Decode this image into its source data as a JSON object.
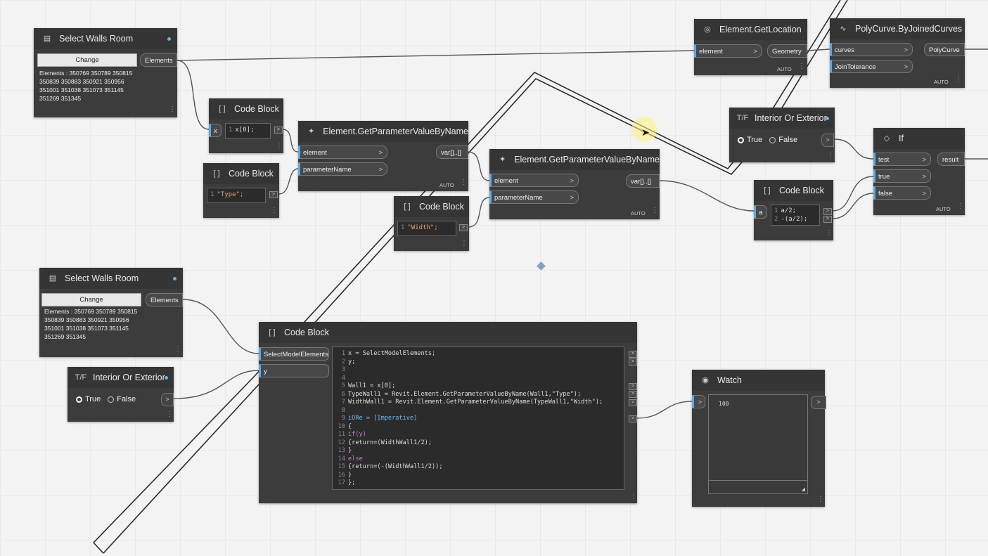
{
  "nodes": {
    "select_walls_1": {
      "title": "Select Walls Room",
      "button": "Change",
      "output": "Elements",
      "elements_text": [
        "Elements : 350769 350789 350815",
        "350839 350883 350921 350956",
        "351001 351038 351073 351145",
        "351269 351345"
      ]
    },
    "code_block_x": {
      "title": "Code Block",
      "input": "x",
      "line_no": "1",
      "code": "x[0];"
    },
    "code_block_type": {
      "title": "Code Block",
      "line_no": "1",
      "code": "\"Type\";"
    },
    "get_param_1": {
      "title": "Element.GetParameterValueByName",
      "inputs": [
        "element",
        "parameterName"
      ],
      "output": "var[]..[]",
      "lacing": "AUTO"
    },
    "code_block_width": {
      "title": "Code Block",
      "line_no": "1",
      "code": "\"Width\";"
    },
    "get_param_2": {
      "title": "Element.GetParameterValueByName",
      "inputs": [
        "element",
        "parameterName"
      ],
      "output": "var[]..[]",
      "lacing": "AUTO"
    },
    "get_location": {
      "title": "Element.GetLocation",
      "input": "element",
      "output": "Geometry",
      "lacing": "AUTO"
    },
    "polycurve": {
      "title": "PolyCurve.ByJoinedCurves",
      "inputs": [
        "curves",
        "JoinTolerance"
      ],
      "output": "PolyCurve",
      "lacing": "AUTO"
    },
    "interior_exterior_1": {
      "title": "Interior Or Exterior",
      "true_label": "True",
      "false_label": "False"
    },
    "code_block_a": {
      "title": "Code Block",
      "input": "a",
      "lines": [
        {
          "n": "1",
          "code": "a/2;"
        },
        {
          "n": "2",
          "code": "-(a/2);"
        }
      ]
    },
    "if_node": {
      "title": "If",
      "inputs": [
        "test",
        "true",
        "false"
      ],
      "output": "result",
      "lacing": "AUTO"
    },
    "select_walls_2": {
      "title": "Select Walls Room",
      "button": "Change",
      "output": "Elements",
      "elements_text": [
        "Elements : 350769 350789 350815",
        "350839 350883 350921 350956",
        "351001 351038 351073 351145",
        "351269 351345"
      ]
    },
    "interior_exterior_2": {
      "title": "Interior Or Exterior",
      "true_label": "True",
      "false_label": "False"
    },
    "code_block_main": {
      "title": "Code Block",
      "inputs": [
        "SelectModelElements",
        "y"
      ],
      "lines": [
        {
          "n": "1",
          "text": "x = SelectModelElements;"
        },
        {
          "n": "2",
          "text": "y;"
        },
        {
          "n": "3",
          "text": ""
        },
        {
          "n": "4",
          "text": ""
        },
        {
          "n": "5",
          "text": "Wall1 = x[0];"
        },
        {
          "n": "6",
          "text": "TypeWall1 = Revit.Element.GetParameterValueByName(Wall1,\"Type\");"
        },
        {
          "n": "7",
          "text": "WidthWall1 = Revit.Element.GetParameterValueByName(TypeWall1,\"Width\");"
        },
        {
          "n": "8",
          "text": ""
        },
        {
          "n": "9",
          "text": "iORe = [Imperative]"
        },
        {
          "n": "10",
          "text": "{"
        },
        {
          "n": "11",
          "text": "if(y)"
        },
        {
          "n": "12",
          "text": "{return=(WidthWall1/2);"
        },
        {
          "n": "13",
          "text": "}"
        },
        {
          "n": "14",
          "text": "else"
        },
        {
          "n": "15",
          "text": "{return=(-(WidthWall1/2));"
        },
        {
          "n": "16",
          "text": "}"
        },
        {
          "n": "17",
          "text": "};"
        }
      ]
    },
    "watch": {
      "title": "Watch",
      "value": "100"
    }
  },
  "colors": {
    "accent": "#5aa9e6",
    "node_bg": "#3c3c3c",
    "header_bg": "#353535",
    "canvas": "#f3f3f3",
    "wire": "#555555"
  }
}
